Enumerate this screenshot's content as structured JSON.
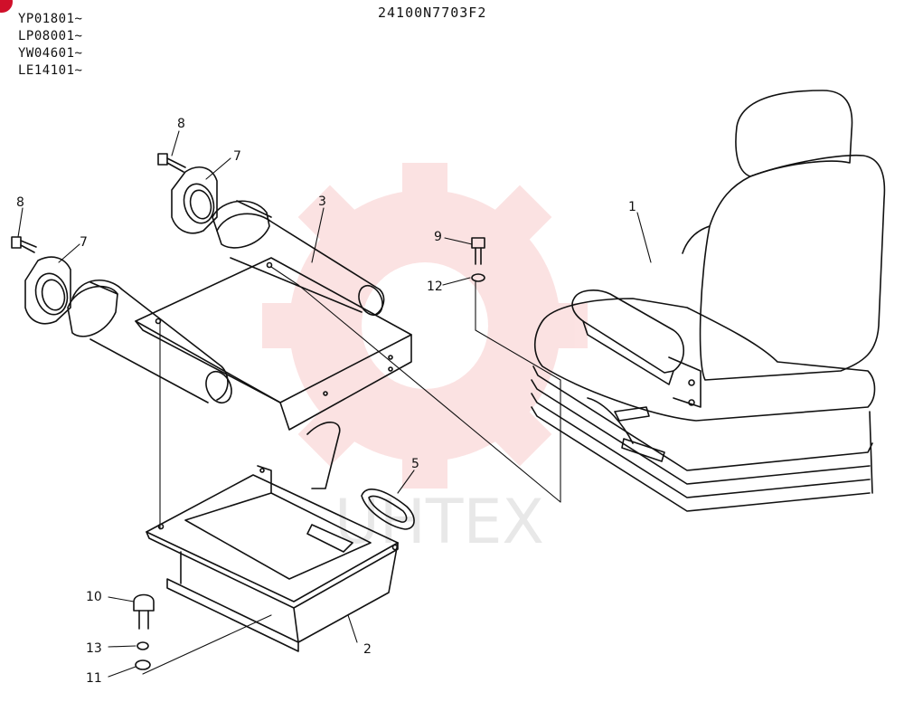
{
  "title": "24100N7703F2",
  "serial_ranges": [
    "YP01801~",
    "LP08001~",
    "YW04601~",
    "LE14101~"
  ],
  "watermark": {
    "text": "UHTEX",
    "color": "#f08080"
  },
  "callouts": [
    "1",
    "2",
    "3",
    "5",
    "7",
    "8",
    "7",
    "8",
    "9",
    "12",
    "10",
    "13",
    "11"
  ],
  "colors": {
    "line": "#111111",
    "marker": "#d0102a"
  }
}
